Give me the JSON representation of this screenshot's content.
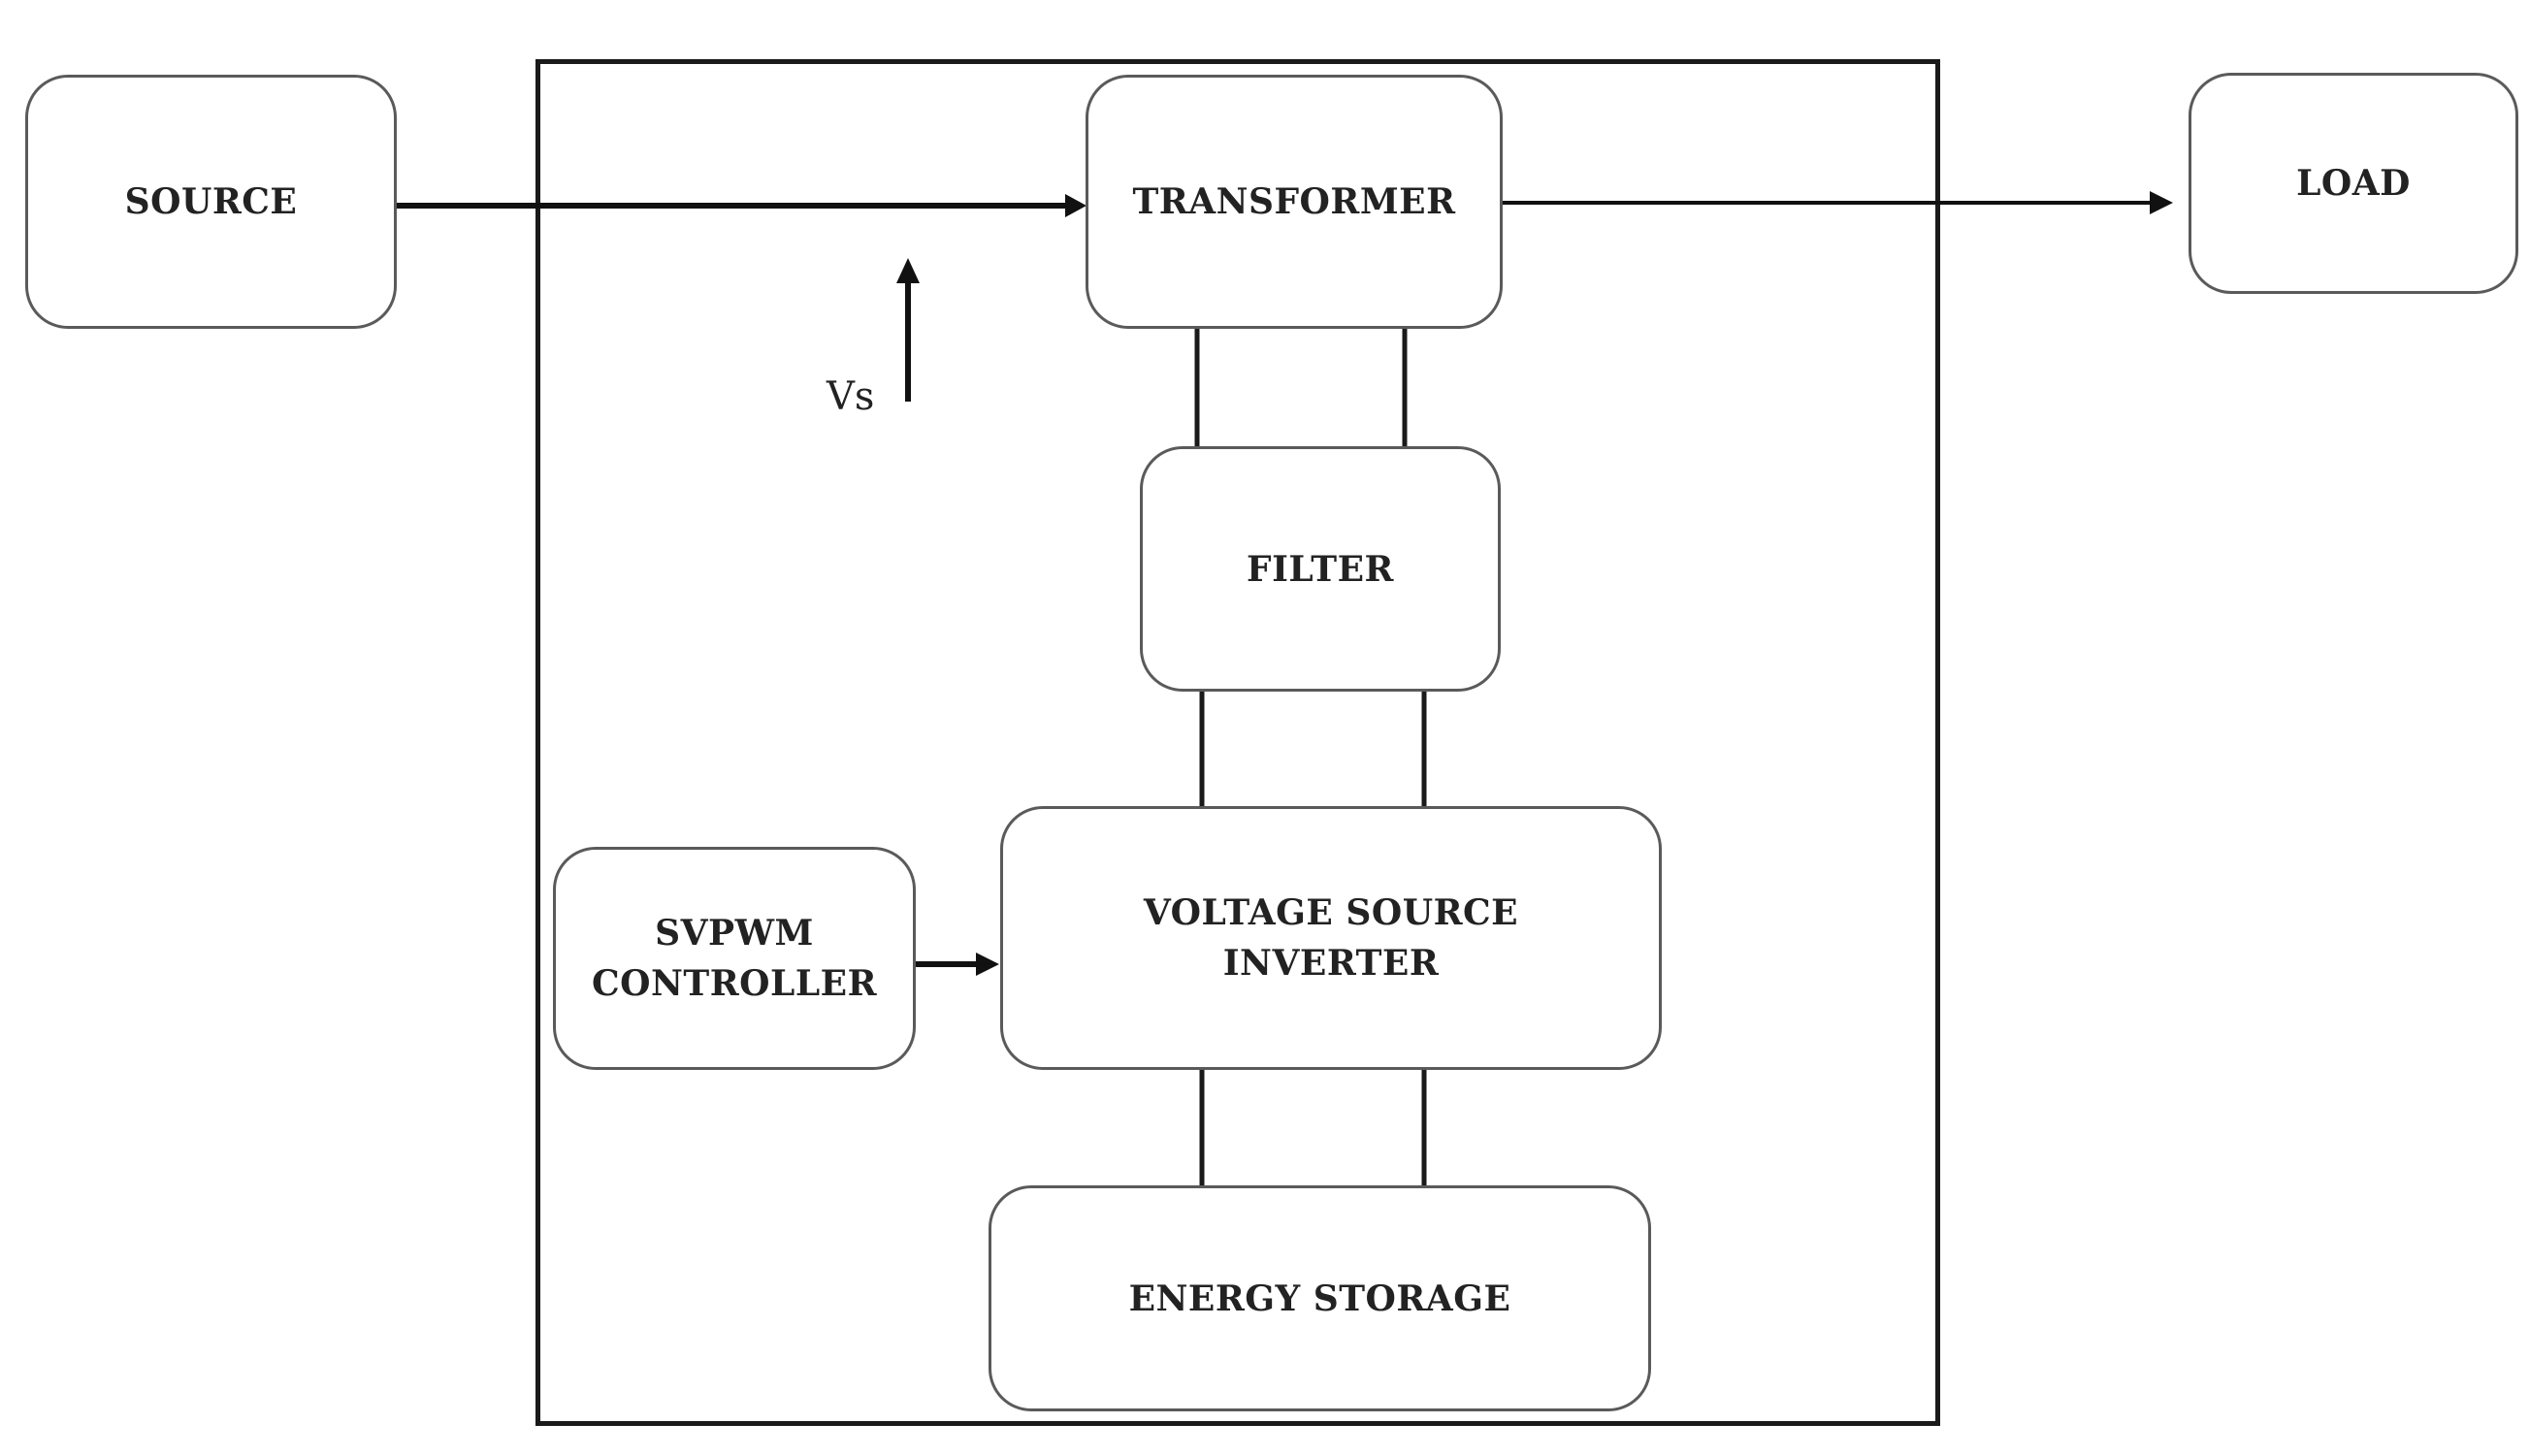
{
  "diagram": {
    "blocks": {
      "source": "SOURCE",
      "transformer": "TRANSFORMER",
      "load": "LOAD",
      "filter": "FILTER",
      "vsi": "VOLTAGE SOURCE\nINVERTER",
      "svpwm": "SVPWM\nCONTROLLER",
      "energy_storage": "ENERGY STORAGE"
    },
    "vs_label": "Vs"
  }
}
